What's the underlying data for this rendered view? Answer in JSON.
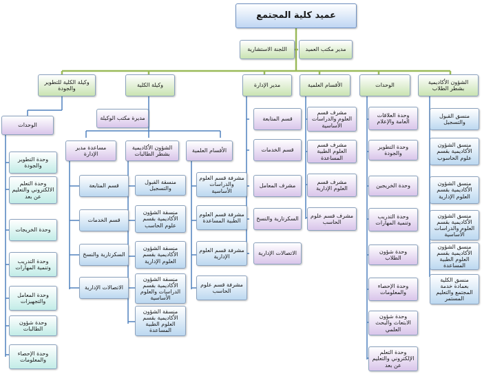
{
  "top": {
    "title": "عميد كلية المجتمع",
    "committee": "اللجنة الاستشارية",
    "dean_office": "مدير مكتب العميد"
  },
  "branches": {
    "academic_affairs": "الشؤون الأكاديمية بشطر الطلاب",
    "units": "الوحدات",
    "scientific_depts": "الأقسام العلمية",
    "admin_director": "مدير الإدارة",
    "vice_dean": "وكيلة الكلية",
    "vice_dean_development": "وكيلة الكلية للتطوير والجودة"
  },
  "academic_affairs_items": [
    "منسق القبول والتسجيل",
    "منسق الشؤون الأكاديمية بقسم علوم الحاسوب",
    "منسق الشؤون الأكاديمية بقسم العلوم الإدارية",
    "منسق الشؤون الأكاديمية بقسم العلوم والدراسات الأساسية",
    "منسق الشؤون الأكاديمية بقسم العلوم الطبية المساعدة",
    "منسق الكلية بعمادة خدمة المجتمع والتعليم المستمر"
  ],
  "units_items": [
    "وحدة العلاقات العامة والإعلام",
    "وحدة التطوير والجودة",
    "وحدة الخريجين",
    "وحدة التدريب وتنمية المهارات",
    "وحدة شؤون الطلاب",
    "وحدة الإحصاء والمعلومات",
    "وحدة شؤون الابتعاث والبحث العلمي",
    "وحدة التعلم الإلكتروني والتعليم عن بعد"
  ],
  "scientific_items": [
    "مشرف قسم العلوم والدراسات الأساسية",
    "مشرف قسم العلوم الطبية المساعدة",
    "مشرف قسم العلوم الإدارية",
    "مشرف قسم علوم الحاسب"
  ],
  "admin_items": [
    "قسم المتابعة",
    "قسم الخدمات",
    "مشرف المعامل",
    "السكرتارية والنسخ",
    "الاتصالات الإدارية"
  ],
  "vice_dean_office": "مديرة مكتب الوكيلة",
  "vice_sub": {
    "scientific": "الأقسام العلمية",
    "academic": "الشؤون الأكاديمية بشطر الطالبات",
    "admin_assistant": "مساعدة مدير الإدارة"
  },
  "vice_scientific_items": [
    "مشرفة قسم العلوم والدراسات الأساسية",
    "مشرفة قسم العلوم الطبية المساعدة",
    "مشرفة قسم العلوم الإدارية",
    "مشرفة قسم علوم الحاسب"
  ],
  "vice_academic_items": [
    "منسقة القبول والتسجيل",
    "منسقة الشؤون الأكاديمية بقسم علوم الحاسب",
    "منسقة الشؤون الأكاديمية بقسم العلوم الإدارية",
    "منسقة الشؤون الأكاديمية بقسم الدراسات والعلوم الأساسية",
    "منسقة الشؤون الأكاديمية بقسم العلوم الطبية المساعدة"
  ],
  "vice_admin_items": [
    "قسم المتابعة",
    "قسم الخدمات",
    "السكرتارية والنسخ",
    "الاتصالات الإدارية"
  ],
  "dev_units_label": "الوحدات",
  "dev_units_items": [
    "وحدة التطوير والجودة",
    "وحدة التعلم الالكتروني والتعليم عن بعد",
    "وحدة الخريجات",
    "وحدة التدريب وتنمية المهارات",
    "وحدة المعامل والتجهيزات",
    "وحدة شؤون الطالبات",
    "وحدة الإحصاء والمعلومات"
  ]
}
